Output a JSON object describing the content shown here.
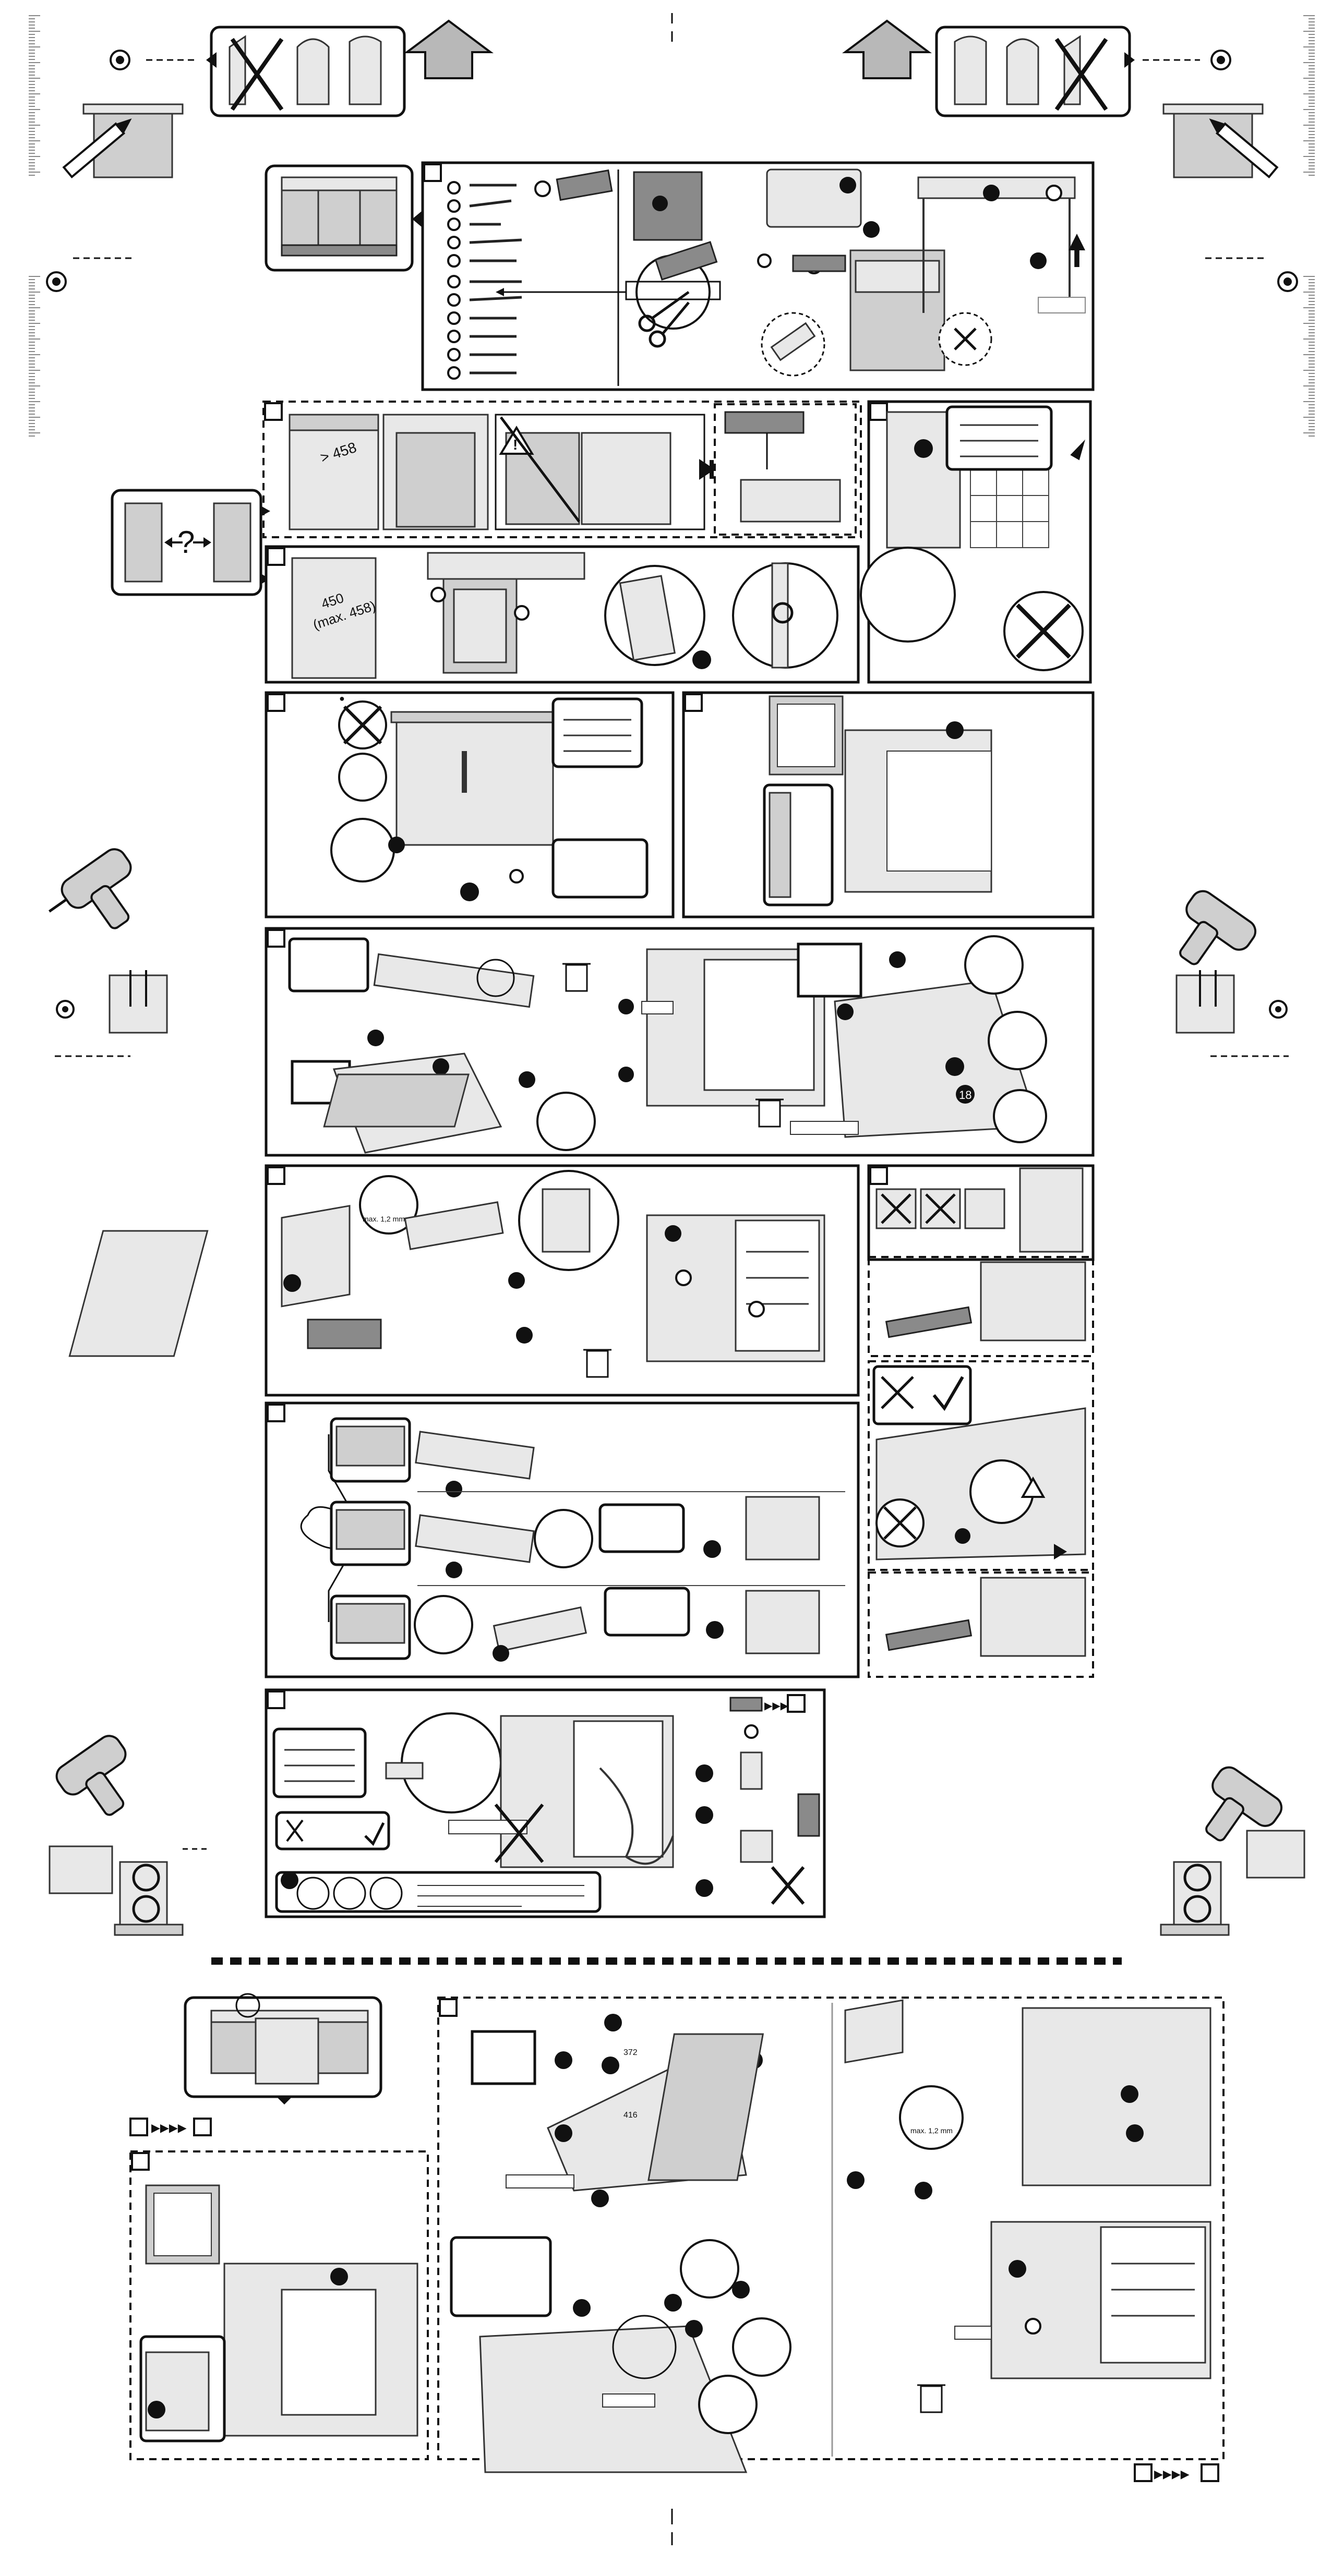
{
  "dims": {
    "min_height": "> 458",
    "height_range_top": "450",
    "height_range_bottom": "(max. 458)",
    "gap_label": "max. 1,2 mm",
    "gap_label_lower": "max. 1,2 mm",
    "question_mark": "?",
    "step_number": "18",
    "width_a": "372",
    "width_b": "416"
  },
  "arrows": {
    "forward_top": "▶▶▶▶",
    "forward_lower": "▶▶▶▶",
    "forward_bottom": "▶▶▶▶"
  },
  "colors": {
    "panel_stroke": "#111111",
    "appliance_gray": "#cfcfcf",
    "dark_gray": "#8a8a8a",
    "background": "#ffffff"
  },
  "icons": [
    "level-icon",
    "screw-icon",
    "drill-icon",
    "trash-bin-icon",
    "warning-icon",
    "pencil-icon",
    "arrow-up-icon",
    "cross-icon",
    "check-icon",
    "scissors-icon",
    "water-tap-icon",
    "hose-icon"
  ]
}
